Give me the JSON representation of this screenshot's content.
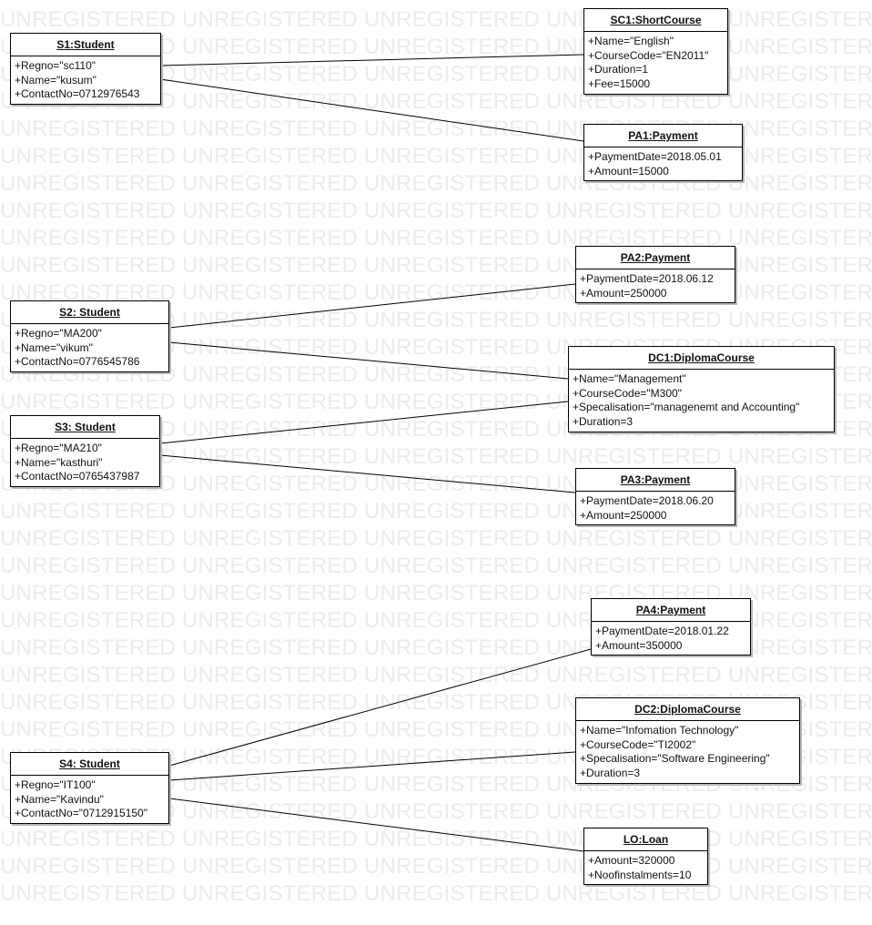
{
  "watermark": {
    "text": "UNREGISTERED"
  },
  "objects": [
    {
      "id": "s1",
      "title": "S1:Student",
      "attrs": [
        "+Regno=\"sc110\"",
        "+Name=\"kusum\"",
        "+ContactNo=0712976543"
      ]
    },
    {
      "id": "sc1",
      "title": "SC1:ShortCourse",
      "attrs": [
        "+Name=\"English\"",
        "+CourseCode=\"EN2011\"",
        "+Duration=1",
        "+Fee=15000"
      ]
    },
    {
      "id": "pa1",
      "title": "PA1:Payment",
      "attrs": [
        "+PaymentDate=2018.05.01",
        "+Amount=15000"
      ]
    },
    {
      "id": "pa2",
      "title": "PA2:Payment",
      "attrs": [
        "+PaymentDate=2018.06.12",
        "+Amount=250000"
      ]
    },
    {
      "id": "s2",
      "title": "S2: Student",
      "attrs": [
        "+Regno=\"MA200\"",
        "+Name=\"vikum\"",
        "+ContactNo=0776545786"
      ]
    },
    {
      "id": "dc1",
      "title": "DC1:DiplomaCourse",
      "attrs": [
        "+Name=\"Management\"",
        "+CourseCode=\"M300\"",
        "+Specalisation=\"managenemt and Accounting\"",
        "+Duration=3"
      ]
    },
    {
      "id": "s3",
      "title": "S3: Student",
      "attrs": [
        "+Regno=\"MA210\"",
        "+Name=\"kasthuri\"",
        "+ContactNo=0765437987"
      ]
    },
    {
      "id": "pa3",
      "title": "PA3:Payment",
      "attrs": [
        "+PaymentDate=2018.06.20",
        "+Amount=250000"
      ]
    },
    {
      "id": "pa4",
      "title": "PA4:Payment",
      "attrs": [
        "+PaymentDate=2018.01.22",
        "+Amount=350000"
      ]
    },
    {
      "id": "dc2",
      "title": "DC2:DiplomaCourse",
      "attrs": [
        "+Name=\"Infomation  Technology\"",
        "+CourseCode=\"TI2002\"",
        "+Specalisation=\"Software Engineering\"",
        "+Duration=3"
      ]
    },
    {
      "id": "s4",
      "title": "S4: Student",
      "attrs": [
        "+Regno=\"IT100\"",
        "+Name=\"Kavindu\"",
        "+ContactNo=\"0712915150\""
      ]
    },
    {
      "id": "lo",
      "title": "LO:Loan",
      "attrs": [
        "+Amount=320000",
        "+Noofinstalments=10"
      ]
    }
  ],
  "links": [
    {
      "from": "s1",
      "to": "sc1"
    },
    {
      "from": "s1",
      "to": "pa1"
    },
    {
      "from": "s2",
      "to": "pa2"
    },
    {
      "from": "s2",
      "to": "dc1"
    },
    {
      "from": "s3",
      "to": "dc1"
    },
    {
      "from": "s3",
      "to": "pa3"
    },
    {
      "from": "s4",
      "to": "pa4"
    },
    {
      "from": "s4",
      "to": "dc2"
    },
    {
      "from": "s4",
      "to": "lo"
    }
  ]
}
